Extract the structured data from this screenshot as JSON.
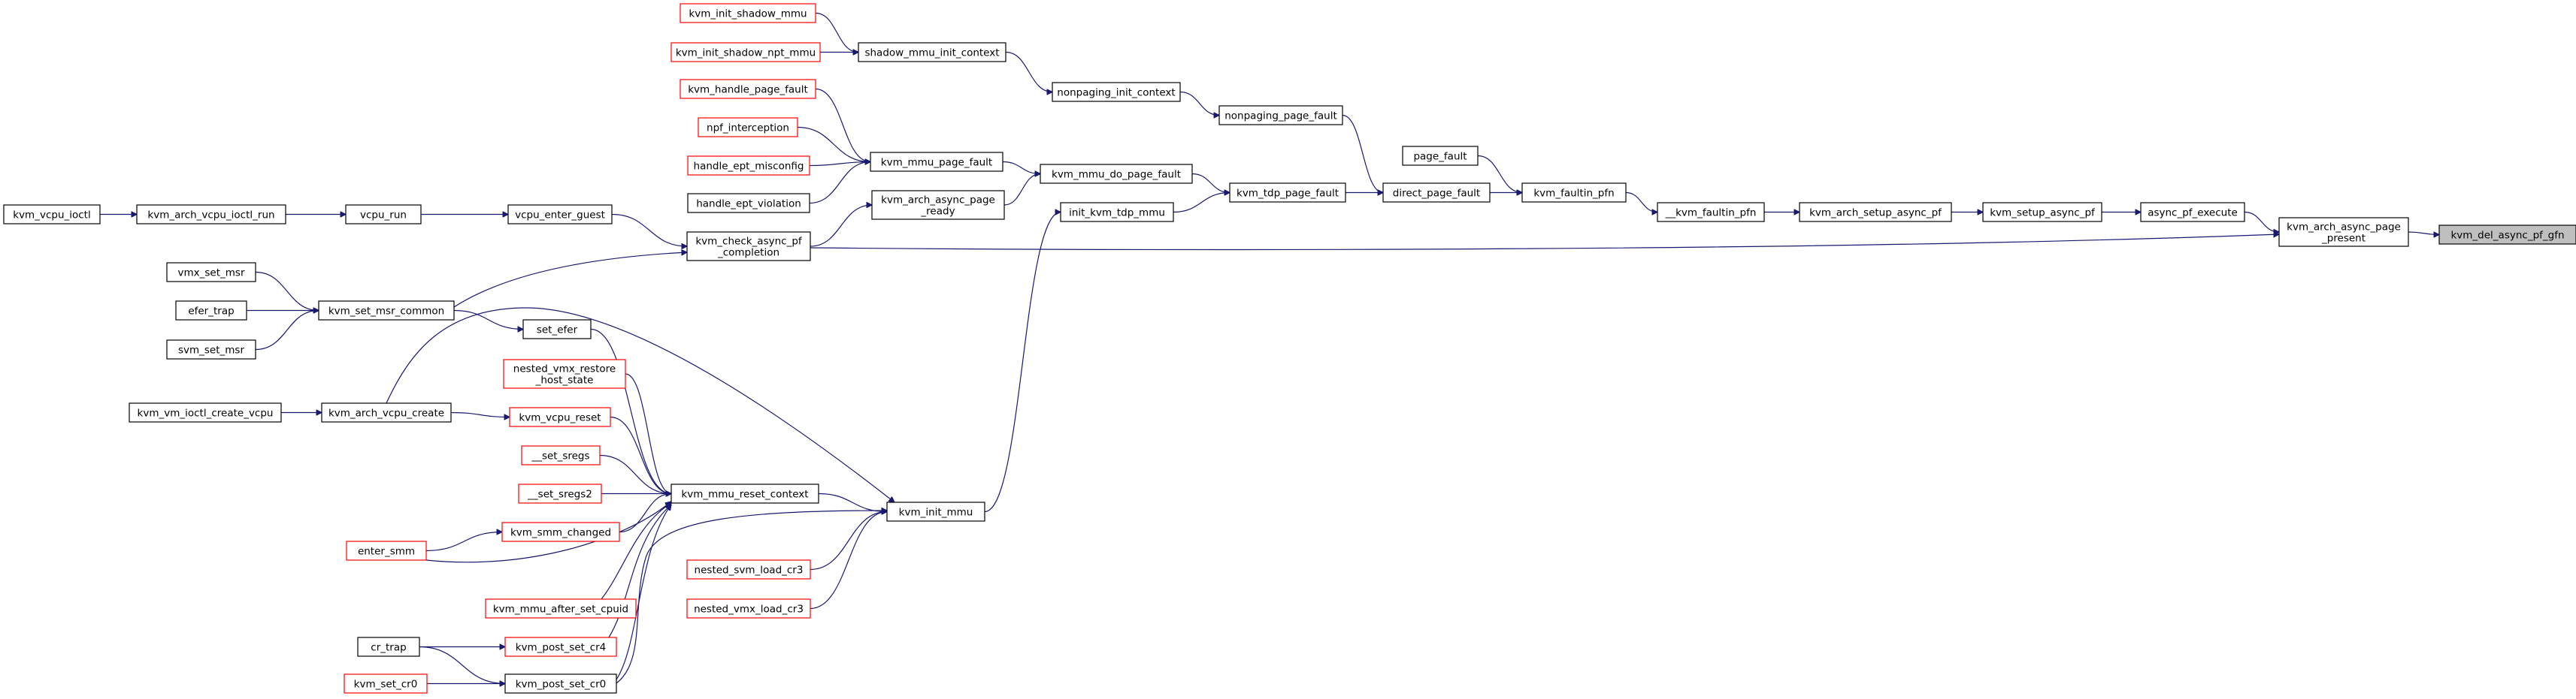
{
  "colors": {
    "edge": "#191970",
    "normal_border": "#000000",
    "truncated_border": "#ff0000",
    "focus_fill": "#bfbfbf",
    "background": "#ffffff"
  },
  "nodes": [
    {
      "id": "kvm_del_async_pf_gfn",
      "label": "kvm_del_async_pf_gfn",
      "style": "focus"
    },
    {
      "id": "kvm_arch_async_page_present",
      "label": [
        "kvm_arch_async_page",
        "_present"
      ],
      "style": "normal"
    },
    {
      "id": "async_pf_execute",
      "label": "async_pf_execute",
      "style": "normal"
    },
    {
      "id": "kvm_setup_async_pf",
      "label": "kvm_setup_async_pf",
      "style": "normal"
    },
    {
      "id": "kvm_arch_setup_async_pf",
      "label": "kvm_arch_setup_async_pf",
      "style": "normal"
    },
    {
      "id": "__kvm_faultin_pfn",
      "label": "__kvm_faultin_pfn",
      "style": "normal"
    },
    {
      "id": "kvm_faultin_pfn",
      "label": "kvm_faultin_pfn",
      "style": "normal"
    },
    {
      "id": "page_fault",
      "label": "page_fault",
      "style": "normal"
    },
    {
      "id": "direct_page_fault",
      "label": "direct_page_fault",
      "style": "normal"
    },
    {
      "id": "nonpaging_page_fault",
      "label": "nonpaging_page_fault",
      "style": "normal"
    },
    {
      "id": "kvm_tdp_page_fault",
      "label": "kvm_tdp_page_fault",
      "style": "normal"
    },
    {
      "id": "nonpaging_init_context",
      "label": "nonpaging_init_context",
      "style": "normal"
    },
    {
      "id": "init_kvm_tdp_mmu",
      "label": "init_kvm_tdp_mmu",
      "style": "normal"
    },
    {
      "id": "kvm_mmu_do_page_fault",
      "label": "kvm_mmu_do_page_fault",
      "style": "normal"
    },
    {
      "id": "shadow_mmu_init_context",
      "label": "shadow_mmu_init_context",
      "style": "normal"
    },
    {
      "id": "kvm_init_mmu",
      "label": "kvm_init_mmu",
      "style": "normal"
    },
    {
      "id": "kvm_mmu_page_fault",
      "label": "kvm_mmu_page_fault",
      "style": "normal"
    },
    {
      "id": "kvm_init_shadow_mmu",
      "label": "kvm_init_shadow_mmu",
      "style": "truncated"
    },
    {
      "id": "kvm_init_shadow_npt_mmu",
      "label": "kvm_init_shadow_npt_mmu",
      "style": "truncated"
    },
    {
      "id": "kvm_handle_page_fault",
      "label": "kvm_handle_page_fault",
      "style": "truncated"
    },
    {
      "id": "npf_interception",
      "label": "npf_interception",
      "style": "truncated"
    },
    {
      "id": "handle_ept_misconfig",
      "label": "handle_ept_misconfig",
      "style": "truncated"
    },
    {
      "id": "handle_ept_violation",
      "label": "handle_ept_violation",
      "style": "normal"
    },
    {
      "id": "kvm_arch_async_page_ready",
      "label": [
        "kvm_arch_async_page",
        "_ready"
      ],
      "style": "normal"
    },
    {
      "id": "kvm_check_async_pf_completion",
      "label": [
        "kvm_check_async_pf",
        "_completion"
      ],
      "style": "normal"
    },
    {
      "id": "vcpu_enter_guest",
      "label": "vcpu_enter_guest",
      "style": "normal"
    },
    {
      "id": "vcpu_run",
      "label": "vcpu_run",
      "style": "normal"
    },
    {
      "id": "kvm_arch_vcpu_ioctl_run",
      "label": "kvm_arch_vcpu_ioctl_run",
      "style": "normal"
    },
    {
      "id": "kvm_vcpu_ioctl",
      "label": "kvm_vcpu_ioctl",
      "style": "normal"
    },
    {
      "id": "kvm_mmu_reset_context",
      "label": "kvm_mmu_reset_context",
      "style": "normal"
    },
    {
      "id": "kvm_arch_vcpu_create",
      "label": "kvm_arch_vcpu_create",
      "style": "normal"
    },
    {
      "id": "kvm_vm_ioctl_create_vcpu",
      "label": "kvm_vm_ioctl_create_vcpu",
      "style": "normal"
    },
    {
      "id": "kvm_set_msr_common",
      "label": "kvm_set_msr_common",
      "style": "normal"
    },
    {
      "id": "vmx_set_msr",
      "label": "vmx_set_msr",
      "style": "normal"
    },
    {
      "id": "efer_trap",
      "label": "efer_trap",
      "style": "normal"
    },
    {
      "id": "svm_set_msr",
      "label": "svm_set_msr",
      "style": "normal"
    },
    {
      "id": "set_efer",
      "label": "set_efer",
      "style": "normal"
    },
    {
      "id": "nested_vmx_restore_host_state",
      "label": [
        "nested_vmx_restore",
        "_host_state"
      ],
      "style": "truncated"
    },
    {
      "id": "kvm_vcpu_reset",
      "label": "kvm_vcpu_reset",
      "style": "truncated"
    },
    {
      "id": "__set_sregs",
      "label": "__set_sregs",
      "style": "truncated"
    },
    {
      "id": "__set_sregs2",
      "label": "__set_sregs2",
      "style": "truncated"
    },
    {
      "id": "kvm_smm_changed",
      "label": "kvm_smm_changed",
      "style": "truncated"
    },
    {
      "id": "enter_smm",
      "label": "enter_smm",
      "style": "truncated"
    },
    {
      "id": "kvm_mmu_after_set_cpuid",
      "label": "kvm_mmu_after_set_cpuid",
      "style": "truncated"
    },
    {
      "id": "kvm_post_set_cr4",
      "label": "kvm_post_set_cr4",
      "style": "truncated"
    },
    {
      "id": "cr_trap",
      "label": "cr_trap",
      "style": "normal"
    },
    {
      "id": "kvm_post_set_cr0",
      "label": "kvm_post_set_cr0",
      "style": "normal"
    },
    {
      "id": "kvm_set_cr0",
      "label": "kvm_set_cr0",
      "style": "truncated"
    },
    {
      "id": "nested_svm_load_cr3",
      "label": "nested_svm_load_cr3",
      "style": "truncated"
    },
    {
      "id": "nested_vmx_load_cr3",
      "label": "nested_vmx_load_cr3",
      "style": "truncated"
    }
  ],
  "edges": [
    {
      "from": "kvm_del_async_pf_gfn",
      "to": "kvm_arch_async_page_present"
    },
    {
      "from": "kvm_arch_async_page_present",
      "to": "async_pf_execute"
    },
    {
      "from": "kvm_arch_async_page_present",
      "to": "kvm_check_async_pf_completion"
    },
    {
      "from": "async_pf_execute",
      "to": "kvm_setup_async_pf"
    },
    {
      "from": "kvm_setup_async_pf",
      "to": "kvm_arch_setup_async_pf"
    },
    {
      "from": "kvm_arch_setup_async_pf",
      "to": "__kvm_faultin_pfn"
    },
    {
      "from": "__kvm_faultin_pfn",
      "to": "kvm_faultin_pfn"
    },
    {
      "from": "kvm_faultin_pfn",
      "to": "page_fault"
    },
    {
      "from": "kvm_faultin_pfn",
      "to": "direct_page_fault"
    },
    {
      "from": "direct_page_fault",
      "to": "nonpaging_page_fault"
    },
    {
      "from": "direct_page_fault",
      "to": "kvm_tdp_page_fault"
    },
    {
      "from": "nonpaging_page_fault",
      "to": "nonpaging_init_context"
    },
    {
      "from": "kvm_tdp_page_fault",
      "to": "init_kvm_tdp_mmu"
    },
    {
      "from": "kvm_tdp_page_fault",
      "to": "kvm_mmu_do_page_fault"
    },
    {
      "from": "nonpaging_init_context",
      "to": "shadow_mmu_init_context"
    },
    {
      "from": "init_kvm_tdp_mmu",
      "to": "kvm_init_mmu"
    },
    {
      "from": "kvm_mmu_do_page_fault",
      "to": "kvm_arch_async_page_ready"
    },
    {
      "from": "kvm_mmu_do_page_fault",
      "to": "kvm_mmu_page_fault"
    },
    {
      "from": "shadow_mmu_init_context",
      "to": "kvm_init_shadow_mmu"
    },
    {
      "from": "shadow_mmu_init_context",
      "to": "kvm_init_shadow_npt_mmu"
    },
    {
      "from": "kvm_mmu_page_fault",
      "to": "kvm_handle_page_fault"
    },
    {
      "from": "kvm_mmu_page_fault",
      "to": "npf_interception"
    },
    {
      "from": "kvm_mmu_page_fault",
      "to": "handle_ept_misconfig"
    },
    {
      "from": "kvm_mmu_page_fault",
      "to": "handle_ept_violation"
    },
    {
      "from": "kvm_arch_async_page_ready",
      "to": "kvm_check_async_pf_completion"
    },
    {
      "from": "kvm_check_async_pf_completion",
      "to": "vcpu_enter_guest"
    },
    {
      "from": "kvm_check_async_pf_completion",
      "to": "kvm_set_msr_common"
    },
    {
      "from": "vcpu_enter_guest",
      "to": "vcpu_run"
    },
    {
      "from": "vcpu_run",
      "to": "kvm_arch_vcpu_ioctl_run"
    },
    {
      "from": "kvm_arch_vcpu_ioctl_run",
      "to": "kvm_vcpu_ioctl"
    },
    {
      "from": "kvm_init_mmu",
      "to": "kvm_mmu_reset_context"
    },
    {
      "from": "kvm_init_mmu",
      "to": "kvm_arch_vcpu_create"
    },
    {
      "from": "kvm_init_mmu",
      "to": "nested_svm_load_cr3"
    },
    {
      "from": "kvm_init_mmu",
      "to": "nested_vmx_load_cr3"
    },
    {
      "from": "kvm_init_mmu",
      "to": "kvm_post_set_cr0"
    },
    {
      "from": "kvm_mmu_reset_context",
      "to": "set_efer"
    },
    {
      "from": "kvm_mmu_reset_context",
      "to": "nested_vmx_restore_host_state"
    },
    {
      "from": "kvm_mmu_reset_context",
      "to": "kvm_vcpu_reset"
    },
    {
      "from": "kvm_mmu_reset_context",
      "to": "__set_sregs"
    },
    {
      "from": "kvm_mmu_reset_context",
      "to": "__set_sregs2"
    },
    {
      "from": "kvm_mmu_reset_context",
      "to": "kvm_smm_changed"
    },
    {
      "from": "kvm_mmu_reset_context",
      "to": "enter_smm"
    },
    {
      "from": "kvm_mmu_reset_context",
      "to": "kvm_mmu_after_set_cpuid"
    },
    {
      "from": "kvm_mmu_reset_context",
      "to": "kvm_post_set_cr4"
    },
    {
      "from": "kvm_mmu_reset_context",
      "to": "kvm_post_set_cr0"
    },
    {
      "from": "kvm_set_msr_common",
      "to": "vmx_set_msr"
    },
    {
      "from": "kvm_set_msr_common",
      "to": "efer_trap"
    },
    {
      "from": "kvm_set_msr_common",
      "to": "svm_set_msr"
    },
    {
      "from": "set_efer",
      "to": "kvm_set_msr_common"
    },
    {
      "from": "kvm_arch_vcpu_create",
      "to": "kvm_vm_ioctl_create_vcpu"
    },
    {
      "from": "kvm_vcpu_reset",
      "to": "kvm_arch_vcpu_create"
    },
    {
      "from": "kvm_smm_changed",
      "to": "enter_smm"
    },
    {
      "from": "kvm_post_set_cr4",
      "to": "cr_trap"
    },
    {
      "from": "kvm_post_set_cr0",
      "to": "cr_trap"
    },
    {
      "from": "kvm_post_set_cr0",
      "to": "kvm_set_cr0"
    }
  ]
}
